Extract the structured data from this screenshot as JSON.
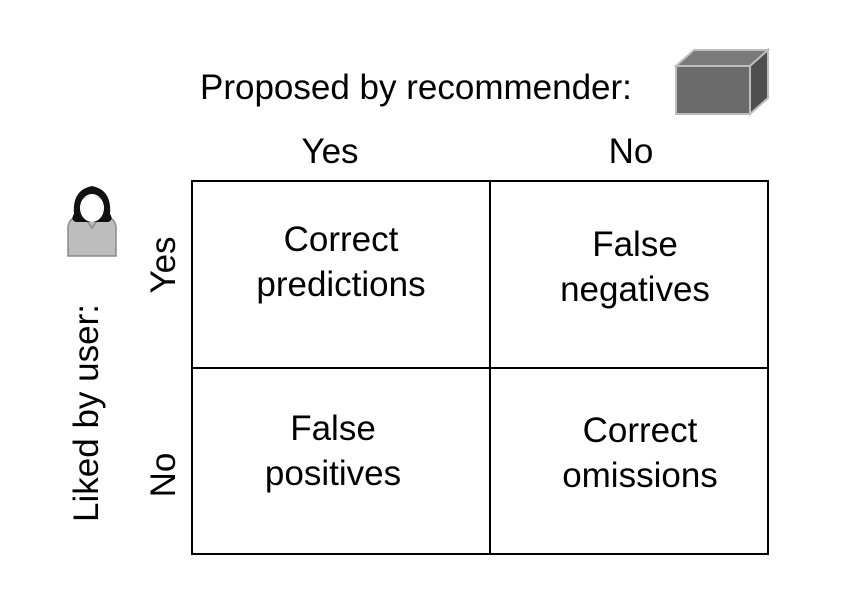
{
  "header": {
    "title": "Proposed by recommender:",
    "icon": "box-icon"
  },
  "columns": {
    "yes": "Yes",
    "no": "No"
  },
  "rows": {
    "axis_label": "Liked by user:",
    "icon": "person-icon",
    "yes": "Yes",
    "no": "No"
  },
  "cells": {
    "top_left": {
      "line1": "Correct",
      "line2": "predictions"
    },
    "top_right": {
      "line1": "False",
      "line2": "negatives"
    },
    "bottom_left": {
      "line1": "False",
      "line2": "positives"
    },
    "bottom_right": {
      "line1": "Correct",
      "line2": "omissions"
    }
  },
  "colors": {
    "box_front": "#6b6b6b",
    "box_top": "#7a7a7a",
    "box_side": "#4f4f4f",
    "person_body": "#bdbdbd",
    "person_hair": "#111111",
    "person_face": "#ffffff"
  }
}
